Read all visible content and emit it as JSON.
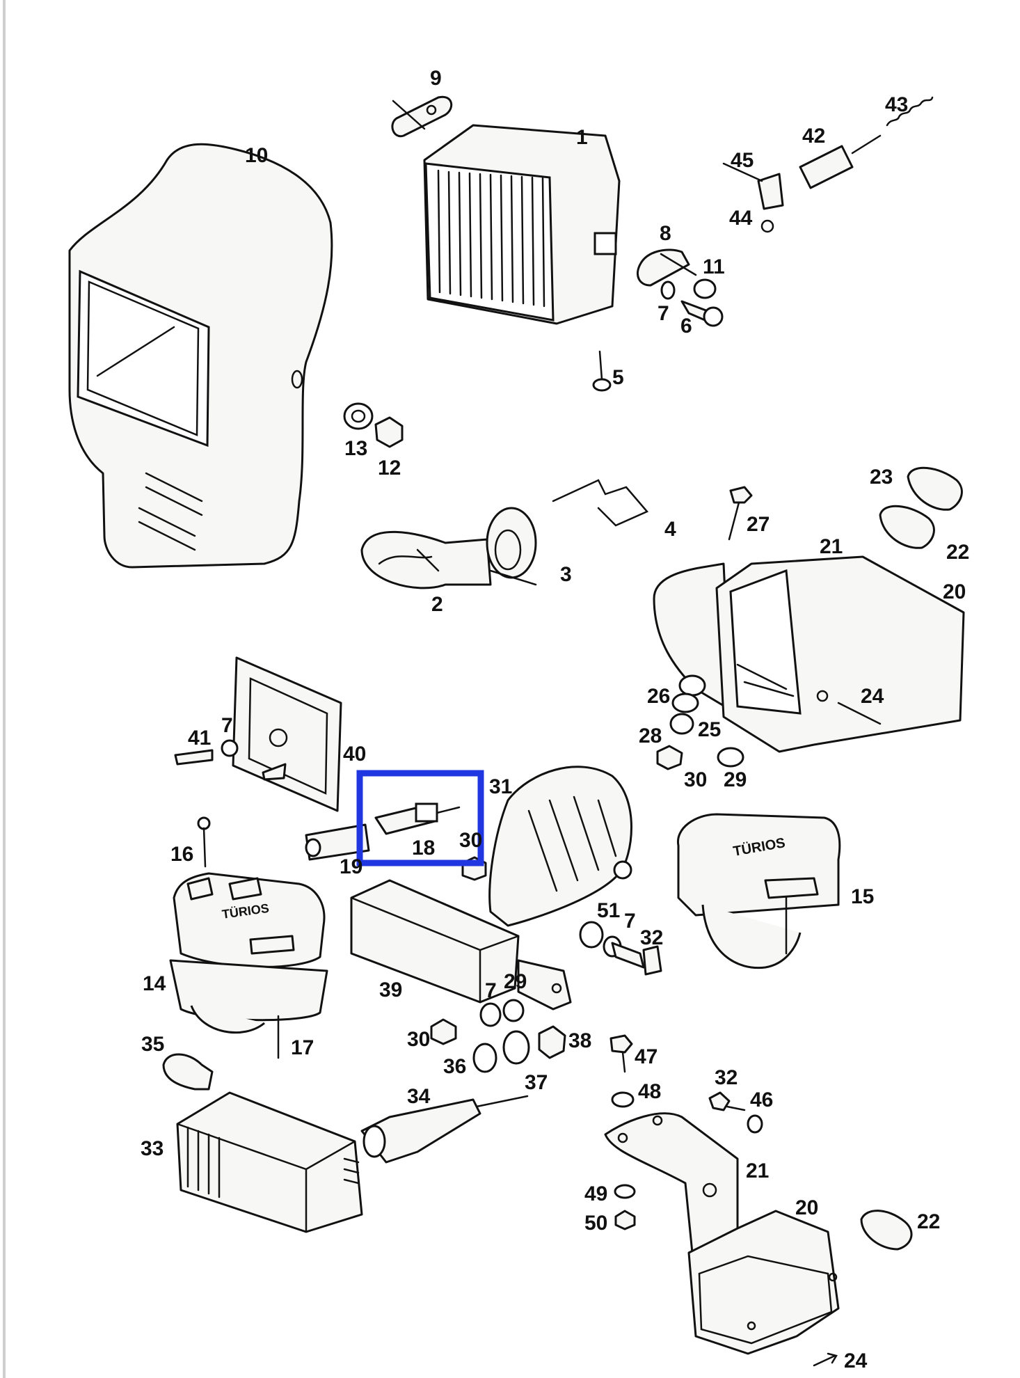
{
  "diagram": {
    "part_numbers": {
      "p1": "1",
      "p2": "2",
      "p3": "3",
      "p4": "4",
      "p5": "5",
      "p6": "6",
      "p7a": "7",
      "p8": "8",
      "p9": "9",
      "p10": "10",
      "p11": "11",
      "p12": "12",
      "p13": "13",
      "p14": "14",
      "p15": "15",
      "p16": "16",
      "p17": "17",
      "p18": "18",
      "p19": "19",
      "p20a": "20",
      "p20b": "20",
      "p21a": "21",
      "p21b": "21",
      "p22a": "22",
      "p22b": "22",
      "p23": "23",
      "p24a": "24",
      "p24b": "24",
      "p25": "25",
      "p26": "26",
      "p27": "27",
      "p28": "28",
      "p29a": "29",
      "p29b": "29",
      "p30a": "30",
      "p30b": "30",
      "p30c": "30",
      "p31": "31",
      "p32a": "32",
      "p32b": "32",
      "p33": "33",
      "p34": "34",
      "p35": "35",
      "p36": "36",
      "p37": "37",
      "p38": "38",
      "p39": "39",
      "p40": "40",
      "p41": "41",
      "p7b": "7",
      "p7c": "7",
      "p7d": "7",
      "p42": "42",
      "p43": "43",
      "p44": "44",
      "p45": "45",
      "p46": "46",
      "p47": "47",
      "p48": "48",
      "p49": "49",
      "p50": "50",
      "p51": "51"
    },
    "switch_brand": "TÜRIOS",
    "highlight_color": "#1f36e0"
  }
}
